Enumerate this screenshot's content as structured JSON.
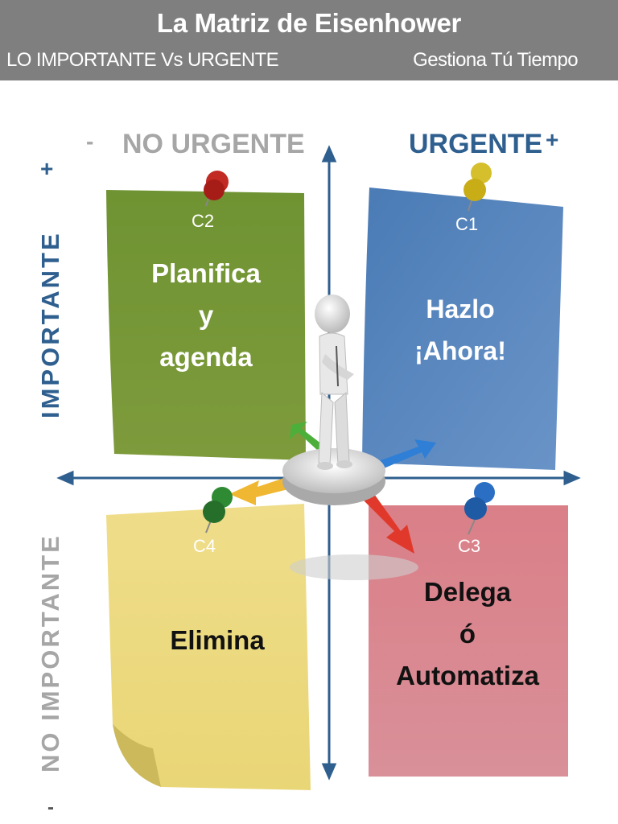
{
  "header": {
    "title": "La Matriz de Eisenhower",
    "subtitle_left": "LO IMPORTANTE Vs URGENTE",
    "subtitle_right": "Gestiona Tú Tiempo"
  },
  "axes": {
    "no_urgente": "NO URGENTE",
    "urgente": "URGENTE",
    "importante": "IMPORTANTE",
    "no_importante": "NO IMPORTANTE",
    "minus_top": "-",
    "plus_top": "+",
    "plus_left": "+",
    "minus_left": "-"
  },
  "quadrants": {
    "c1": {
      "code": "C1",
      "line1": "Hazlo",
      "line2": "¡Ahora!",
      "color": "#4f80b8"
    },
    "c2": {
      "code": "C2",
      "line1": "Planifica",
      "line2": "y",
      "line3": "agenda",
      "color": "#6e9431"
    },
    "c3": {
      "code": "C3",
      "line1": "Delega",
      "line2": "ó",
      "line3": "Automatiza",
      "color": "#d9828a"
    },
    "c4": {
      "code": "C4",
      "line1": "Elimina",
      "color": "#ecd97e"
    }
  },
  "colors": {
    "header_bg": "#7f7f7f",
    "axis_blue": "#2e5f8f",
    "label_gray": "#a6a6a6",
    "label_blue": "#2e5f8f"
  }
}
